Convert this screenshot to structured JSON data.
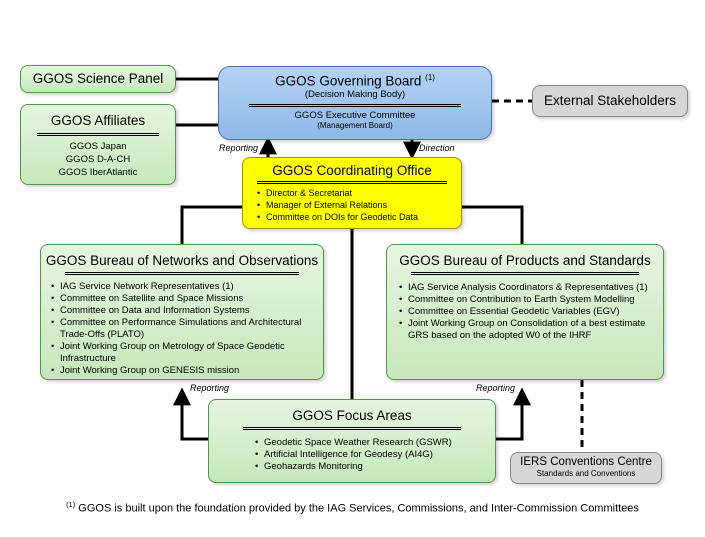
{
  "science_panel": {
    "title": "GGOS Science Panel"
  },
  "affiliates": {
    "title": "GGOS Affiliates",
    "items": [
      "GGOS Japan",
      "GGOS D-A-CH",
      "GGOS IberAtlantic"
    ]
  },
  "governing_board": {
    "title": "GGOS Governing Board",
    "title_mark": "(1)",
    "subtitle": "(Decision Making Body)",
    "exec_title": "GGOS Executive Committee",
    "exec_subtitle": "(Management Board)"
  },
  "external_stakeholders": {
    "title": "External Stakeholders"
  },
  "labels": {
    "reporting_top": "Reporting",
    "direction": "Direction",
    "reporting_left": "Reporting",
    "reporting_right": "Reporting"
  },
  "coordinating_office": {
    "title": "GGOS Coordinating Office",
    "items": [
      "Director & Secretariat",
      "Manager of External Relations",
      "Committee on DOIs for Geodetic Data"
    ]
  },
  "bureau_networks": {
    "title": "GGOS Bureau of Networks and Observations",
    "items": [
      "IAG Service Network Representatives (1)",
      "Committee on Satellite and Space Missions",
      "Committee on Data and Information Systems",
      "Committee on Performance Simulations and Architectural Trade-Offs (PLATO)",
      "Joint Working Group on Metrology of Space Geodetic Infrastructure",
      "Joint Working Group on GENESIS mission"
    ]
  },
  "bureau_products": {
    "title": "GGOS Bureau of Products and Standards",
    "items": [
      "IAG Service Analysis Coordinators & Representatives (1)",
      "Committee on Contribution to Earth System Modelling",
      "Committee on Essential Geodetic Variables (EGV)",
      "Joint Working Group on Consolidation of a best estimate GRS based on the adopted W0 of the IHRF"
    ]
  },
  "focus_areas": {
    "title": "GGOS Focus Areas",
    "items": [
      "Geodetic Space Weather Research (GSWR)",
      "Artificial Intelligence for Geodesy (AI4G)",
      "Geohazards Monitoring"
    ]
  },
  "iers": {
    "title": "IERS Conventions Centre",
    "subtitle": "Standards and Conventions"
  },
  "footnote": {
    "mark": "(1)",
    "text": "GGOS is built upon the foundation provided by the IAG Services, Commissions, and Inter-Commission Committees"
  }
}
